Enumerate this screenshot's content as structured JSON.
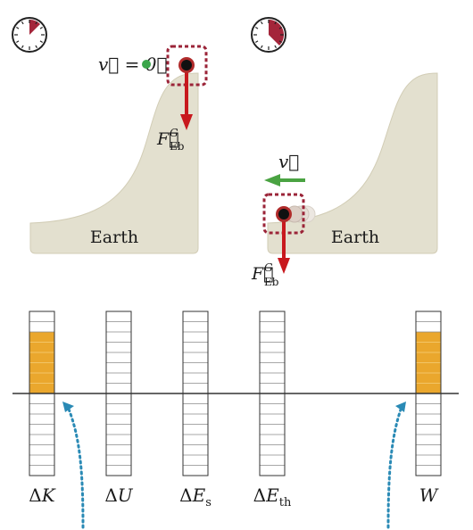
{
  "colors": {
    "terrain_fill": "#e3e0cf",
    "terrain_stroke": "#d2cdb6",
    "arrow_force": "#c8191e",
    "arrow_velocity": "#4aa342",
    "dot_zero_velocity": "#3aa54a",
    "object_dark": "#111111",
    "object_ring": "#b02b2b",
    "selection_dashes": "#9b2438",
    "timer_sector": "#a4253a",
    "bar_fill": "#eaa72d",
    "bar_outline": "#333333",
    "baseline": "#333333",
    "dotted_arrow": "#2a8ab5",
    "ghost_object": "#d9d2c9"
  },
  "panels": {
    "left": {
      "terrain_label": "Earth",
      "velocity_label": "v⃗ = 0⃗",
      "force_label_main": "F⃗",
      "force_label_sup": "G",
      "force_label_sub": "Eb",
      "timer_icon": "timer-icon-early"
    },
    "right": {
      "terrain_label": "Earth",
      "velocity_label": "v⃗",
      "force_label_main": "F⃗",
      "force_label_sup": "G",
      "force_label_sub": "Eb",
      "timer_icon": "timer-icon-later"
    }
  },
  "bar_chart": {
    "bars": [
      {
        "symbol": "Δ",
        "label_main": "K",
        "label_sub": "",
        "filled_units_above": 6
      },
      {
        "symbol": "Δ",
        "label_main": "U",
        "label_sub": "",
        "filled_units_above": 0
      },
      {
        "symbol": "Δ",
        "label_main": "E",
        "label_sub": "s",
        "filled_units_above": 0
      },
      {
        "symbol": "Δ",
        "label_main": "E",
        "label_sub": "th",
        "filled_units_above": 0
      },
      {
        "symbol": "",
        "label_main": "W",
        "label_sub": "",
        "filled_units_above": 6
      }
    ],
    "units_above": 8,
    "units_below": 8
  }
}
